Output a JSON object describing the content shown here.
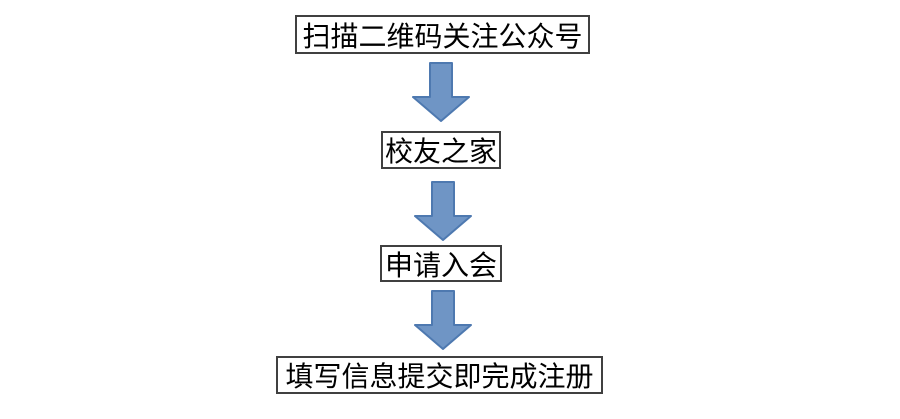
{
  "flowchart": {
    "type": "vertical-flow",
    "steps": [
      {
        "label": "扫描二维码关注公众号"
      },
      {
        "label": "校友之家"
      },
      {
        "label": "申请入会"
      },
      {
        "label": "填写信息提交即完成注册"
      }
    ],
    "connector_icon": "down-arrow-icon",
    "connector_count": 3
  },
  "colors": {
    "arrow_fill": "#6f95c5",
    "arrow_stroke": "#4e79b0",
    "box_border": "#404040",
    "text": "#000000",
    "background": "#ffffff"
  }
}
